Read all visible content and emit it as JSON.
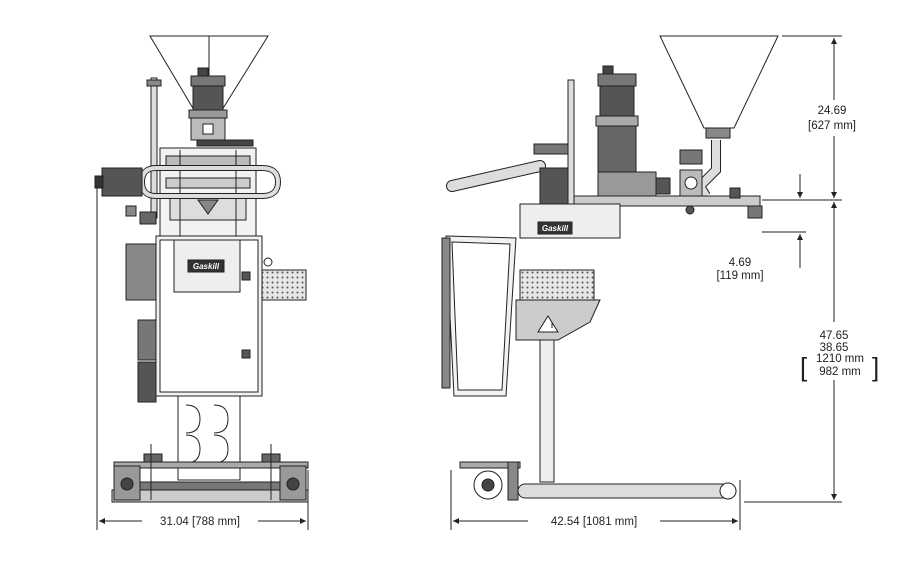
{
  "dimensions": {
    "front_width": "31.04 [788 mm]",
    "side_width": "42.54 [1081 mm]",
    "hopper_height_in": "24.69",
    "hopper_height_mm": "[627 mm]",
    "nozzle_offset_in": "4.69",
    "nozzle_offset_mm": "[119 mm]",
    "height_max_in": "47.65",
    "height_min_in": "38.65",
    "height_max_mm": "1210 mm",
    "height_min_mm": "982 mm"
  },
  "logo_text": "Gaskill"
}
